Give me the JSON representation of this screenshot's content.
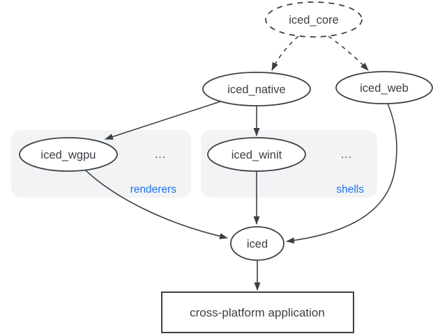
{
  "diagram": {
    "nodes": {
      "iced_core": {
        "label": "iced_core",
        "shape": "ellipse",
        "border": "dashed"
      },
      "iced_native": {
        "label": "iced_native",
        "shape": "ellipse",
        "border": "solid"
      },
      "iced_web": {
        "label": "iced_web",
        "shape": "ellipse",
        "border": "solid"
      },
      "iced_wgpu": {
        "label": "iced_wgpu",
        "shape": "ellipse",
        "border": "solid"
      },
      "iced_winit": {
        "label": "iced_winit",
        "shape": "ellipse",
        "border": "solid"
      },
      "iced": {
        "label": "iced",
        "shape": "ellipse",
        "border": "solid"
      },
      "app": {
        "label": "cross-platform application",
        "shape": "rectangle",
        "border": "solid"
      }
    },
    "groups": {
      "renderers": {
        "label": "renderers",
        "ellipsis": "...",
        "contains": [
          "iced_wgpu",
          "..."
        ]
      },
      "shells": {
        "label": "shells",
        "ellipsis": "...",
        "contains": [
          "iced_winit",
          "..."
        ]
      }
    },
    "edges": [
      {
        "from": "iced_core",
        "to": "iced_native",
        "style": "dashed"
      },
      {
        "from": "iced_core",
        "to": "iced_web",
        "style": "dashed"
      },
      {
        "from": "iced_native",
        "to": "iced_wgpu",
        "style": "solid"
      },
      {
        "from": "iced_native",
        "to": "iced_winit",
        "style": "solid"
      },
      {
        "from": "iced_wgpu",
        "to": "iced",
        "style": "solid"
      },
      {
        "from": "iced_winit",
        "to": "iced",
        "style": "solid"
      },
      {
        "from": "iced_web",
        "to": "iced",
        "style": "solid"
      },
      {
        "from": "iced",
        "to": "app",
        "style": "solid"
      }
    ],
    "colors": {
      "stroke": "#3b4045",
      "text": "#3b4045",
      "group_label": "#1a73e8",
      "group_background": "#f2f3f5",
      "node_fill": "#ffffff",
      "page_background": "#ffffff"
    }
  }
}
